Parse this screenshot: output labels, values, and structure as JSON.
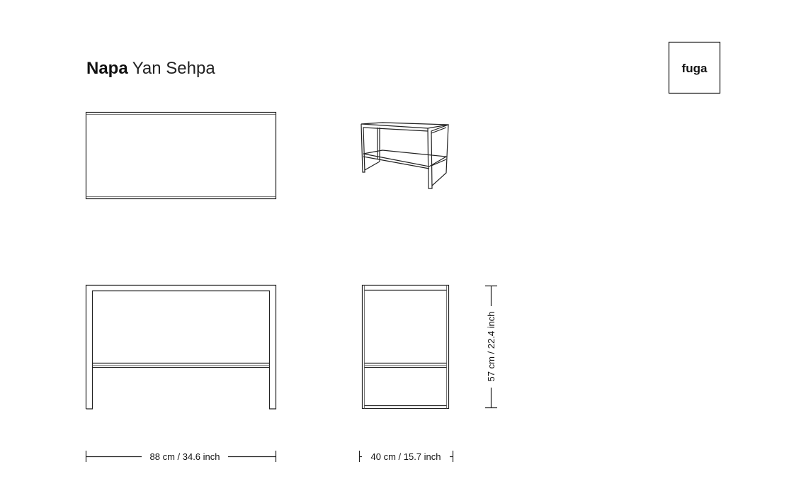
{
  "title": {
    "bold": "Napa",
    "light": "Yan Sehpa"
  },
  "logo": {
    "text": "fuga"
  },
  "dimensions": {
    "width": "88 cm / 34.6 inch",
    "depth": "40 cm / 15.7 inch",
    "height": "57 cm / 22.4 inch"
  }
}
